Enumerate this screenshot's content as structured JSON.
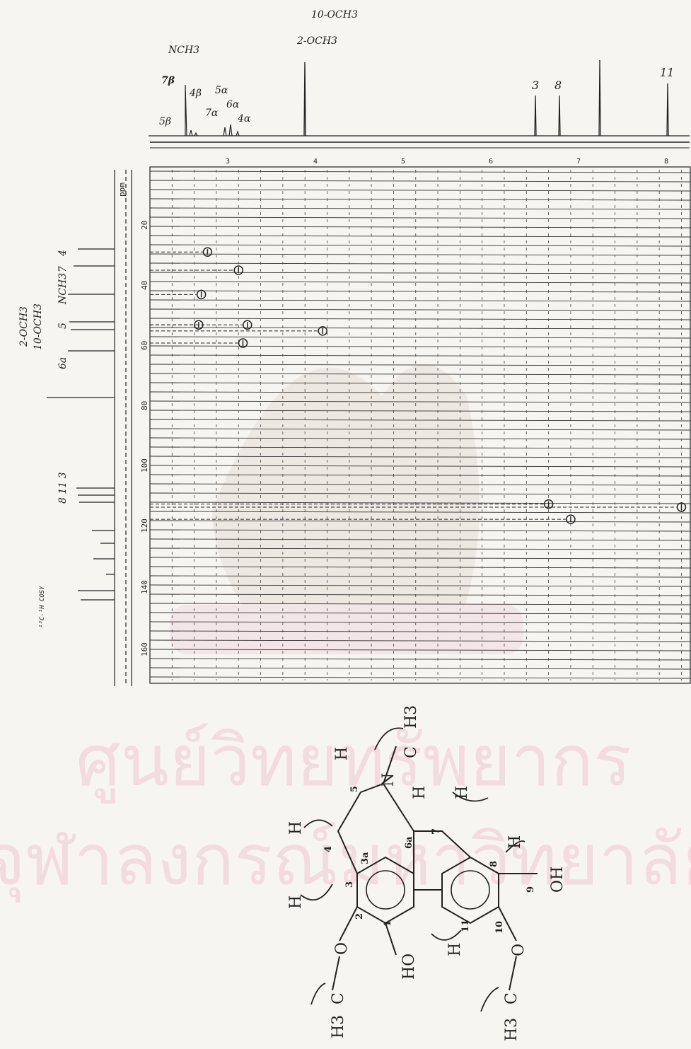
{
  "watermark": {
    "line1": "ศูนย์วิทยทรัพยากร",
    "line2": "จุฬาลงกรณ์มหาวิทยาลัย"
  },
  "proton_spectrum": {
    "top_labels": [
      "10-OCH3",
      "2-OCH3"
    ],
    "peak_labels": {
      "nch3": "NCH3",
      "h7b": "7β",
      "h5b": "5β",
      "h4b": "4β",
      "h5a": "5α",
      "h6a_up": "6α",
      "h7a": "7α",
      "h4a": "4α",
      "h3": "3",
      "h8": "8",
      "h11": "11"
    },
    "axis_ticks": [
      "3",
      "4",
      "5",
      "6",
      "7",
      "8"
    ]
  },
  "carbon_spectrum": {
    "labels": {
      "l_2och3": "2-OCH3",
      "l_10och3": "10-OCH3",
      "l_5": "5",
      "l_nch3": "NCH3",
      "l_7": "7",
      "l_4": "4",
      "l_6a": "6a",
      "l_8_11_3": "8 11 3"
    },
    "axis_label": "ppm",
    "axis_ticks": [
      "20",
      "40",
      "60",
      "80",
      "100",
      "120",
      "140",
      "160"
    ],
    "caption": "¹³C-¹H COSY"
  },
  "structure": {
    "atoms": {
      "h3_top": "H3",
      "c_top": "C",
      "n": "N",
      "h5": "H",
      "h6a": "H",
      "h7": "H",
      "h4": "H",
      "h3": "H",
      "h8": "H",
      "oh": "OH",
      "ho": "HO",
      "h11": "H",
      "o2": "O",
      "o10": "O",
      "c_ome2": "C",
      "c_ome10": "C",
      "h3_ome2": "H3",
      "h3_ome10": "H3"
    },
    "numbers": {
      "n4": "4",
      "n5": "5",
      "n6a": "6a",
      "n7": "7",
      "n3": "3",
      "n3a": "3a",
      "n8": "8",
      "n9": "9",
      "n2": "2",
      "n1": "1",
      "n10": "10",
      "n11": "11"
    }
  },
  "chart_data": {
    "type": "scatter",
    "title": "",
    "xlabel": "",
    "ylabel": "ppm",
    "xlim": [
      2.0,
      8.1
    ],
    "ylim": [
      0,
      170
    ],
    "points": [
      {
        "x": 2.65,
        "y": 28
      },
      {
        "x": 3.0,
        "y": 34
      },
      {
        "x": 2.58,
        "y": 42
      },
      {
        "x": 2.55,
        "y": 52
      },
      {
        "x": 3.1,
        "y": 52
      },
      {
        "x": 3.95,
        "y": 54
      },
      {
        "x": 3.05,
        "y": 58
      },
      {
        "x": 6.5,
        "y": 111
      },
      {
        "x": 6.75,
        "y": 116
      },
      {
        "x": 8.0,
        "y": 112
      }
    ]
  }
}
